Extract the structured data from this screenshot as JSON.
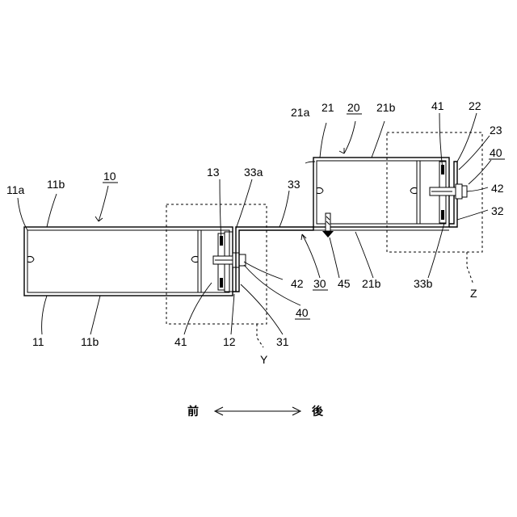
{
  "labels": {
    "l11a": "11a",
    "l11b_top": "11b",
    "l10": "10",
    "l11": "11",
    "l11b_bot": "11b",
    "l13": "13",
    "l33a": "33a",
    "l33": "33",
    "l42_left": "42",
    "l30": "30",
    "l45": "45",
    "l21b_bot": "21b",
    "l40_left": "40",
    "l41_left": "41",
    "l12": "12",
    "l31": "31",
    "lY": "Y",
    "l21a": "21a",
    "l21": "21",
    "l20": "20",
    "l21b_top": "21b",
    "l41_right": "41",
    "l22": "22",
    "l23": "23",
    "l40_right": "40",
    "l42_right": "42",
    "l32": "32",
    "l33b": "33b",
    "lZ": "Z"
  },
  "direction": {
    "front": "前",
    "rear": "後"
  }
}
